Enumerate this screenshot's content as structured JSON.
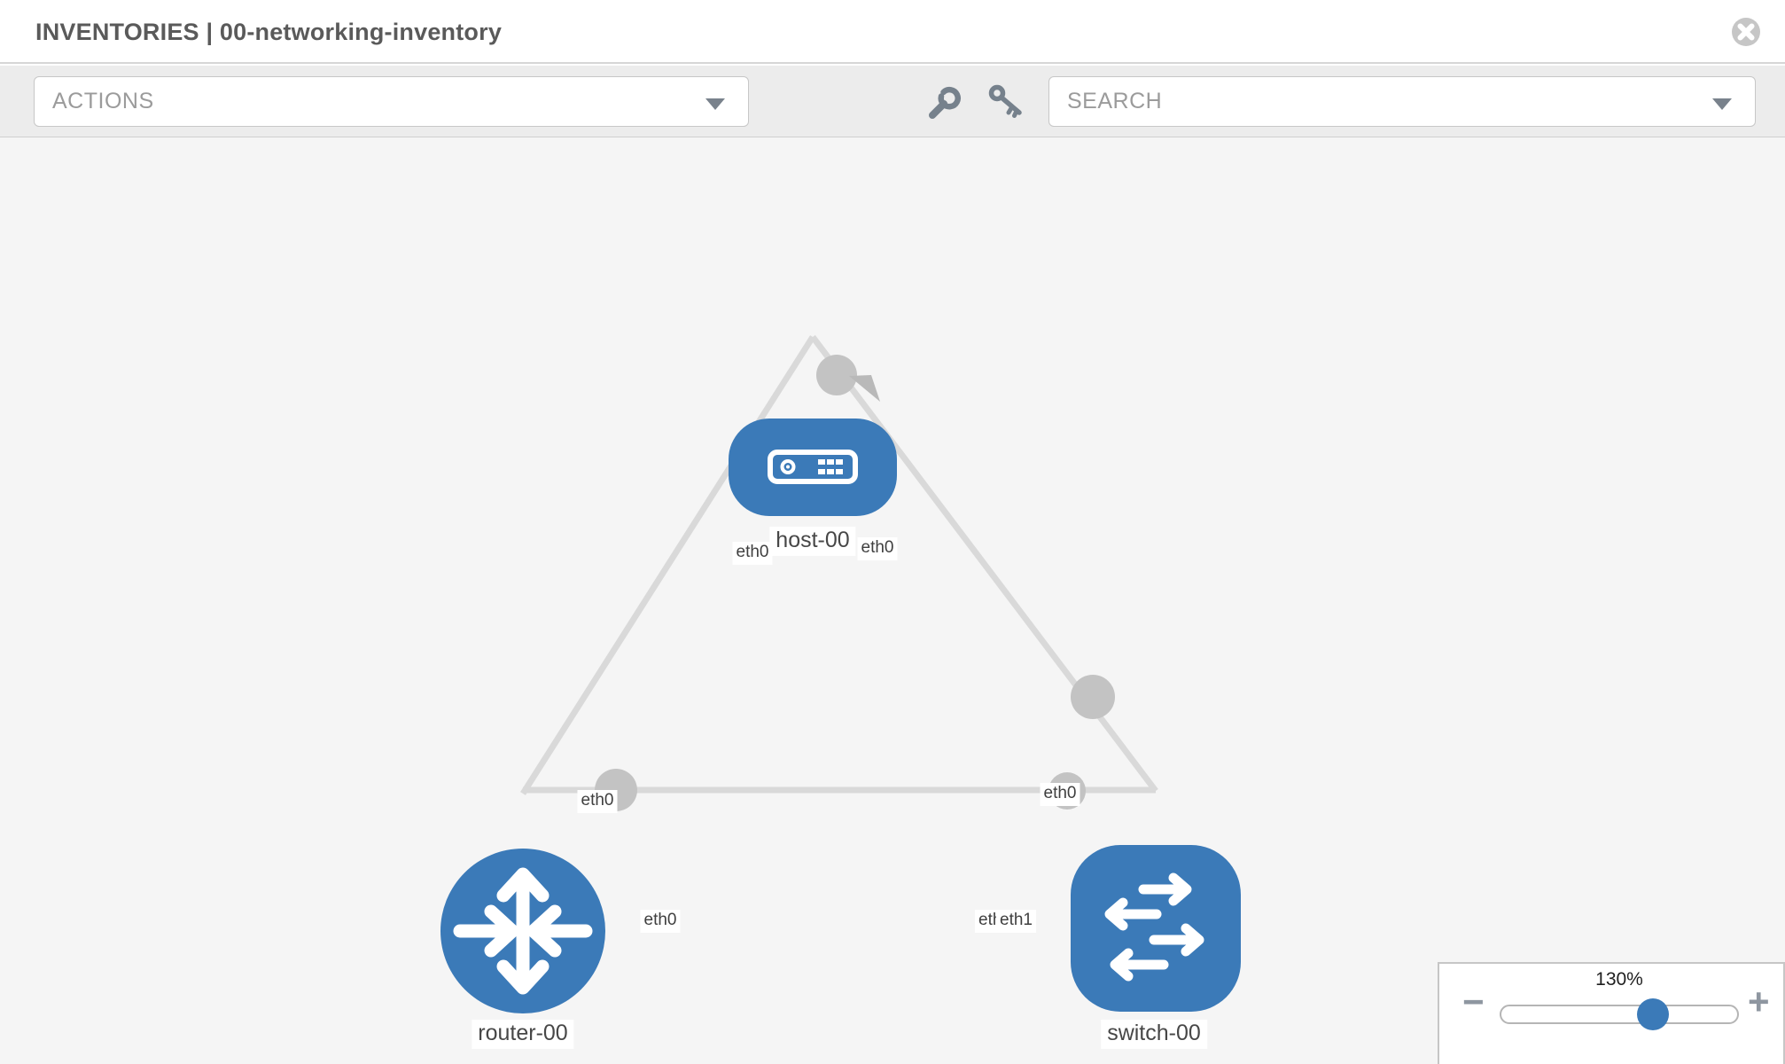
{
  "header": {
    "title": "INVENTORIES | 00-networking-inventory",
    "close_icon": "circle-x"
  },
  "toolbar": {
    "actions_label": "ACTIONS",
    "search_label": "SEARCH",
    "wrench_icon": "wrench",
    "key_icon": "key"
  },
  "topology": {
    "nodes": [
      {
        "id": "host-00",
        "type": "host",
        "label": "host-00"
      },
      {
        "id": "router-00",
        "type": "router",
        "label": "router-00"
      },
      {
        "id": "switch-00",
        "type": "switch",
        "label": "switch-00"
      }
    ],
    "links": [
      {
        "source": "host-00",
        "target": "router-00",
        "source_interface": "eth0",
        "target_interface": "eth0"
      },
      {
        "source": "host-00",
        "target": "switch-00",
        "source_interface": "eth0",
        "target_interface": "eth0"
      },
      {
        "source": "router-00",
        "target": "switch-00",
        "source_interface": "eth0",
        "target_interface": "eth1"
      }
    ]
  },
  "zoom_control": {
    "level": "130%",
    "minus": "−",
    "plus": "+"
  },
  "colors": {
    "node_blue": "#3b7ab8",
    "link_gray": "#d9d9d9",
    "connector_gray": "#c3c3c3",
    "toolbar_bg": "#ececec",
    "canvas_bg": "#f5f5f5",
    "title_gray": "#5a5a5a"
  }
}
